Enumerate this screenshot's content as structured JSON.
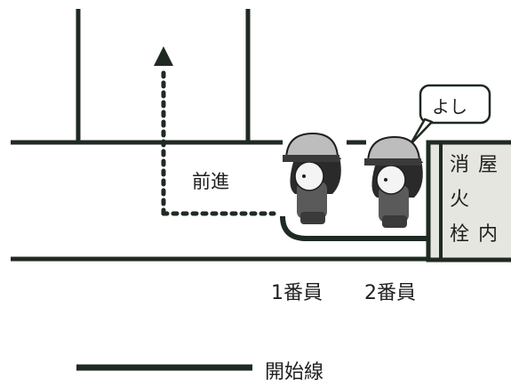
{
  "labels": {
    "advance": "前進",
    "speech": "よし",
    "member1": "1番員",
    "member2": "2番員",
    "legend": "開始線"
  },
  "hydrant_box": {
    "col1": [
      "消",
      "火",
      "栓"
    ],
    "col2": [
      "屋",
      "",
      "内"
    ]
  },
  "colors": {
    "line": "#1f2a22",
    "box_fill": "#e6e6e0",
    "helmet": "#bdbdbd"
  }
}
